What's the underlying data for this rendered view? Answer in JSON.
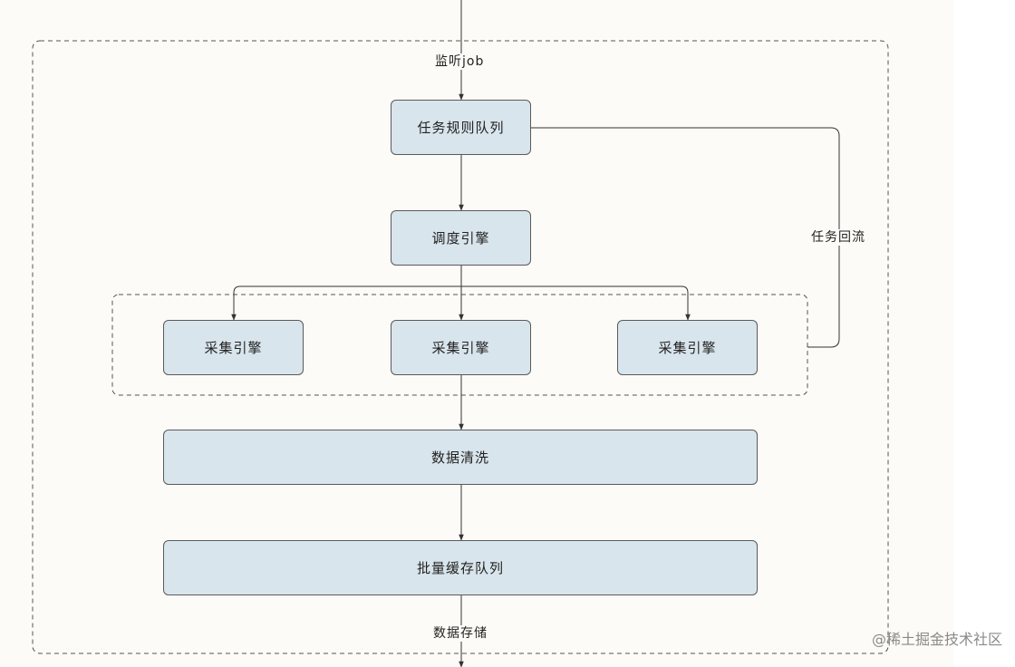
{
  "nodes": {
    "task_rule_queue": "任务规则队列",
    "scheduler_engine": "调度引擎",
    "collector_left": "采集引擎",
    "collector_center": "采集引擎",
    "collector_right": "采集引擎",
    "data_cleaning": "数据清洗",
    "batch_cache_queue": "批量缓存队列"
  },
  "edge_labels": {
    "listen_job": "监听job",
    "task_backflow": "任务回流",
    "data_storage": "数据存储"
  },
  "watermark": "@稀土掘金技术社区",
  "colors": {
    "node_fill": "#d9e5ec",
    "node_border": "#5a5a5a",
    "background": "#fcfbf7"
  }
}
